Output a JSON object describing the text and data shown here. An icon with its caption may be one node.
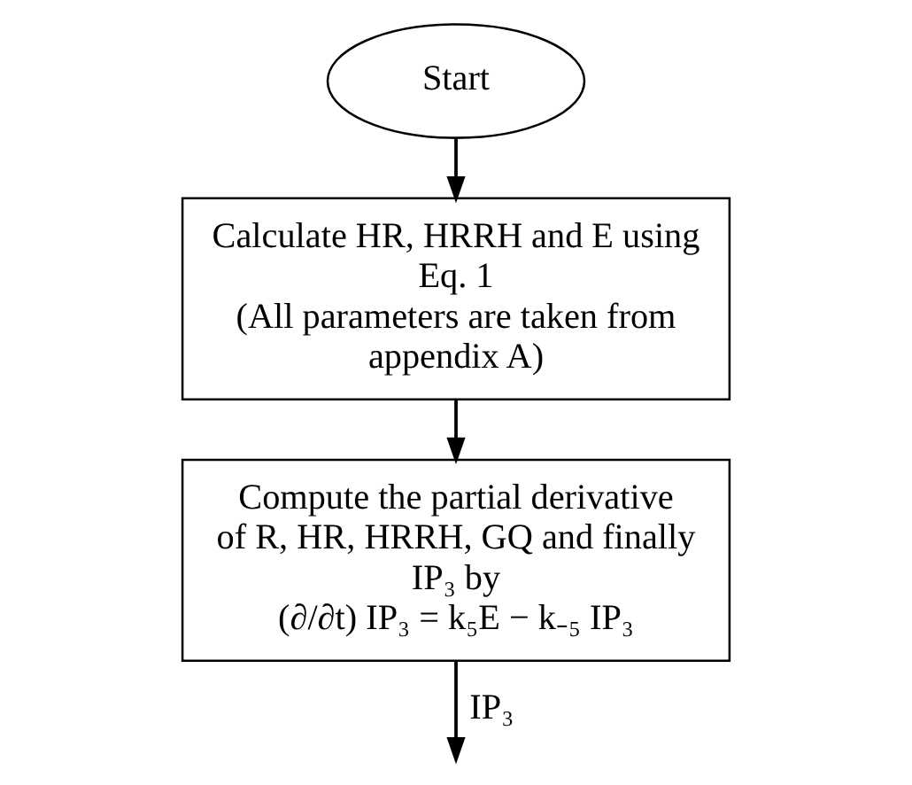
{
  "diagram": {
    "nodes": [
      {
        "text": [
          "Start"
        ]
      },
      {
        "text": [
          "Calculate HR, HRRH and E using Eq. 1",
          "(All parameters are taken from appendix A)"
        ]
      },
      {
        "text": [
          "Compute the partial derivative of R, HR, HRRH, GQ and finally IP₃ by",
          "(∂/∂t) IP₃ = k₅E − k₋₅ IP₃"
        ]
      }
    ],
    "edges": [
      {
        "from": 0,
        "to": 1,
        "arrow": "to"
      },
      {
        "from": 1,
        "to": 2,
        "arrow": "to"
      },
      {
        "from": 2,
        "to": null,
        "arrow": "to",
        "label": "IP₃"
      }
    ]
  }
}
